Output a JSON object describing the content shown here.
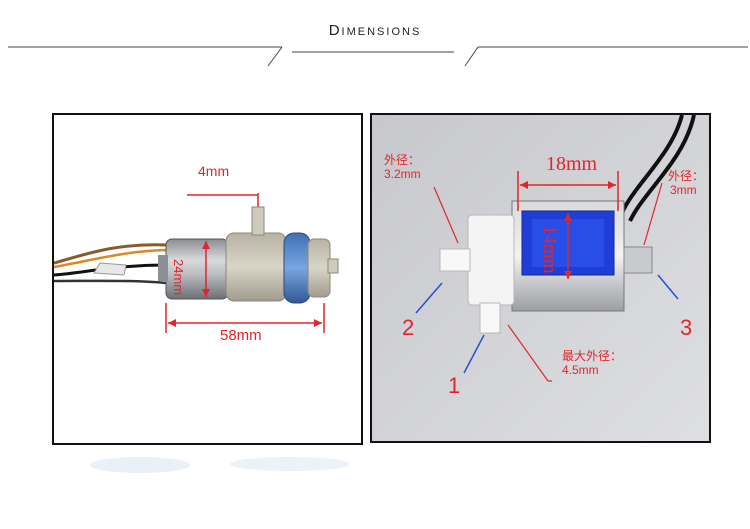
{
  "header": {
    "title": "Dimensions"
  },
  "left_panel": {
    "dim_top": "4mm",
    "dim_vertical": "24mm",
    "dim_length": "58mm"
  },
  "right_panel": {
    "dim_width": "18mm",
    "dim_height": "14mm",
    "port2_label_line1": "外径：",
    "port2_label_line2": "3.2mm",
    "port3_label_line1": "外径：",
    "port3_label_line2": "3mm",
    "port1_label_line1": "最大外径：",
    "port1_label_line2": "4.5mm",
    "num_1": "1",
    "num_2": "2",
    "num_3": "3"
  },
  "colors": {
    "dimension_red": "#e0262b",
    "port_blue": "#2a4fcf",
    "panel_border": "#111111"
  }
}
